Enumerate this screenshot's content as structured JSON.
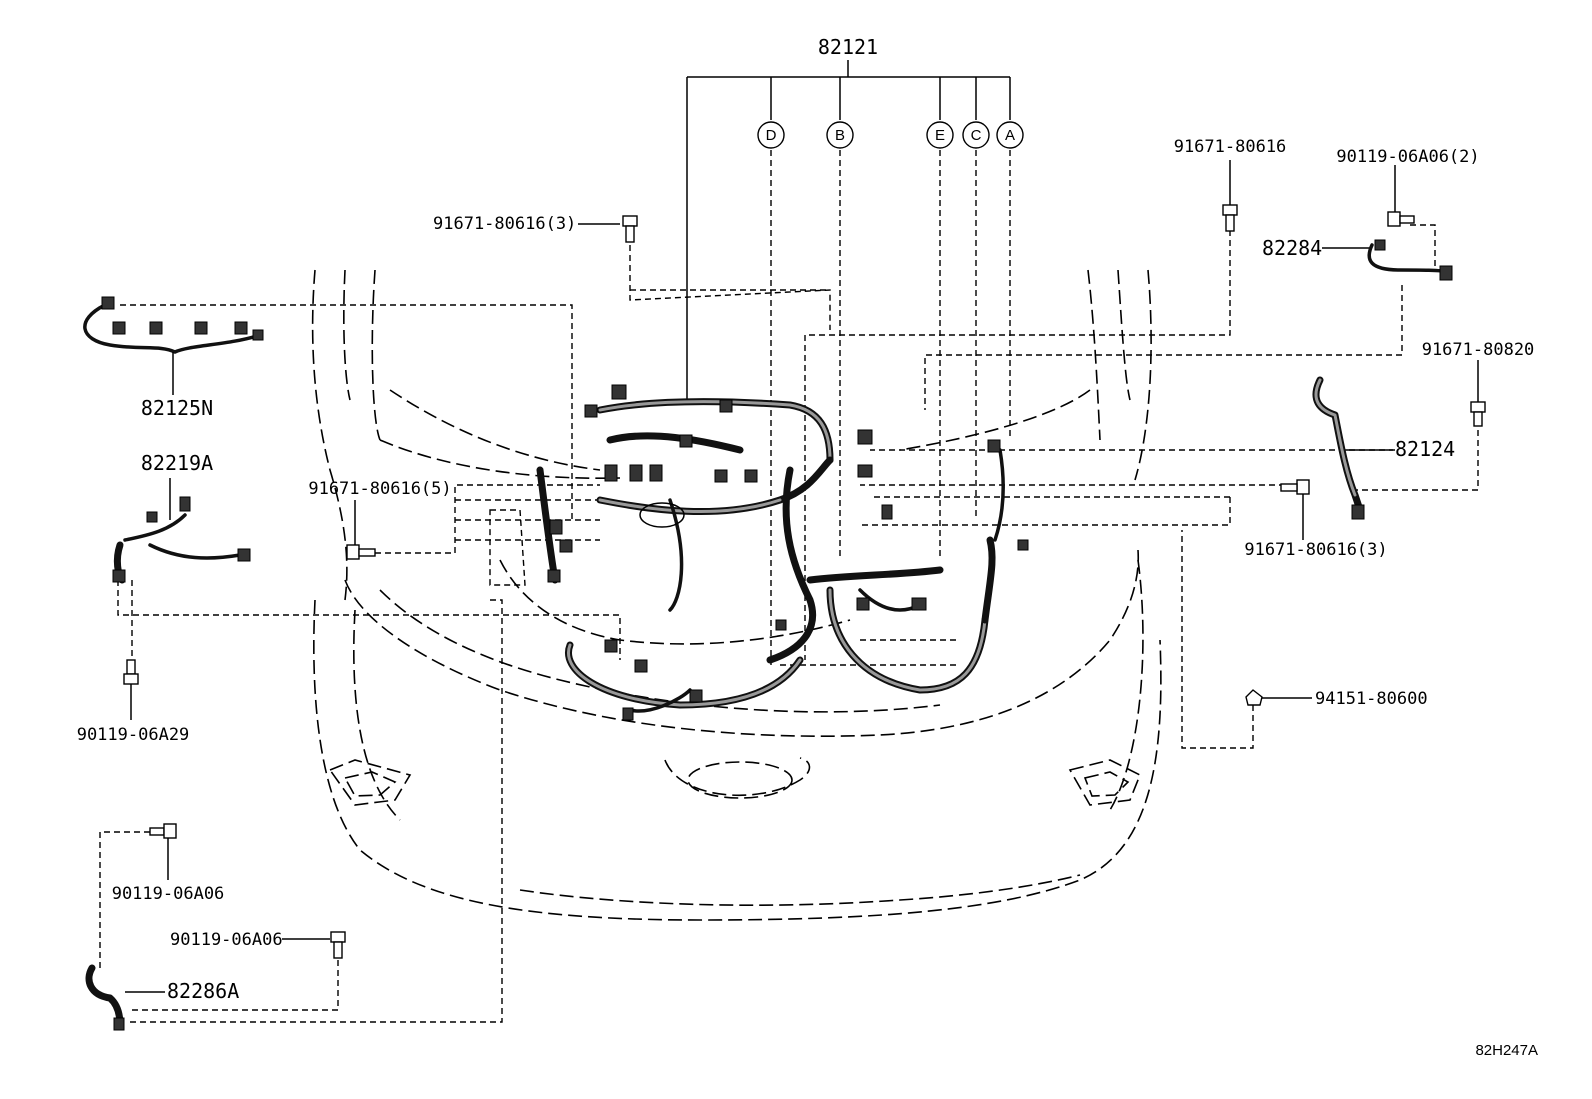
{
  "labels": {
    "main_harness": "82121",
    "sub_d": "D",
    "sub_b": "B",
    "sub_e": "E",
    "sub_c": "C",
    "sub_a": "A",
    "bolt_top_left": "91671-80616(3)",
    "bolt_top_right": "91671-80616",
    "bolt_far_right": "90119-06A06(2)",
    "part_82284": "82284",
    "part_82125n": "82125N",
    "part_82219a": "82219A",
    "bolt_mid_left": "91671-80616(5)",
    "part_82124": "82124",
    "bolt_right_82820": "91671-80820",
    "bolt_right_lower": "91671-80616(3)",
    "nut_94151": "94151-80600",
    "bolt_left_a29": "90119-06A29",
    "bolt_lower_left_1": "90119-06A06",
    "bolt_lower_left_2": "90119-06A06",
    "part_82286a": "82286A",
    "drawing_code": "82H247A"
  }
}
